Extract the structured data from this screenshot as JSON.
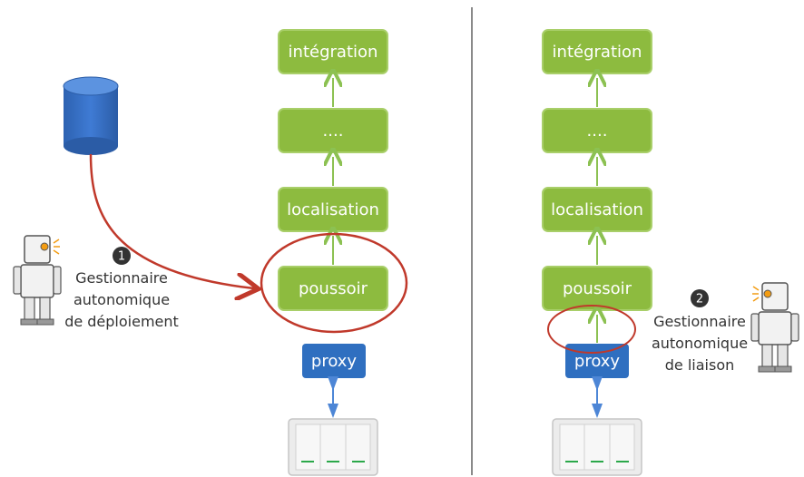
{
  "colors": {
    "green_box": "#8dbb3f",
    "green_border": "#a9cf6a",
    "green_arrow": "#8cc152",
    "blue_box": "#2f6fc0",
    "blue_arrow": "#4d86d6",
    "red": "#c0392b",
    "divider": "#8a8a8a"
  },
  "left": {
    "stack": [
      "intégration",
      "....",
      "localisation",
      "poussoir"
    ],
    "proxy": "proxy",
    "marker": "1",
    "manager": [
      "Gestionnaire",
      "autonomique",
      "de déploiement"
    ],
    "icons": [
      "database-icon",
      "robot-icon",
      "switch-icon"
    ]
  },
  "right": {
    "stack": [
      "intégration",
      "....",
      "localisation",
      "poussoir"
    ],
    "proxy": "proxy",
    "marker": "2",
    "manager": [
      "Gestionnaire",
      "autonomique",
      "de liaison"
    ],
    "icons": [
      "robot-icon",
      "switch-icon"
    ]
  }
}
